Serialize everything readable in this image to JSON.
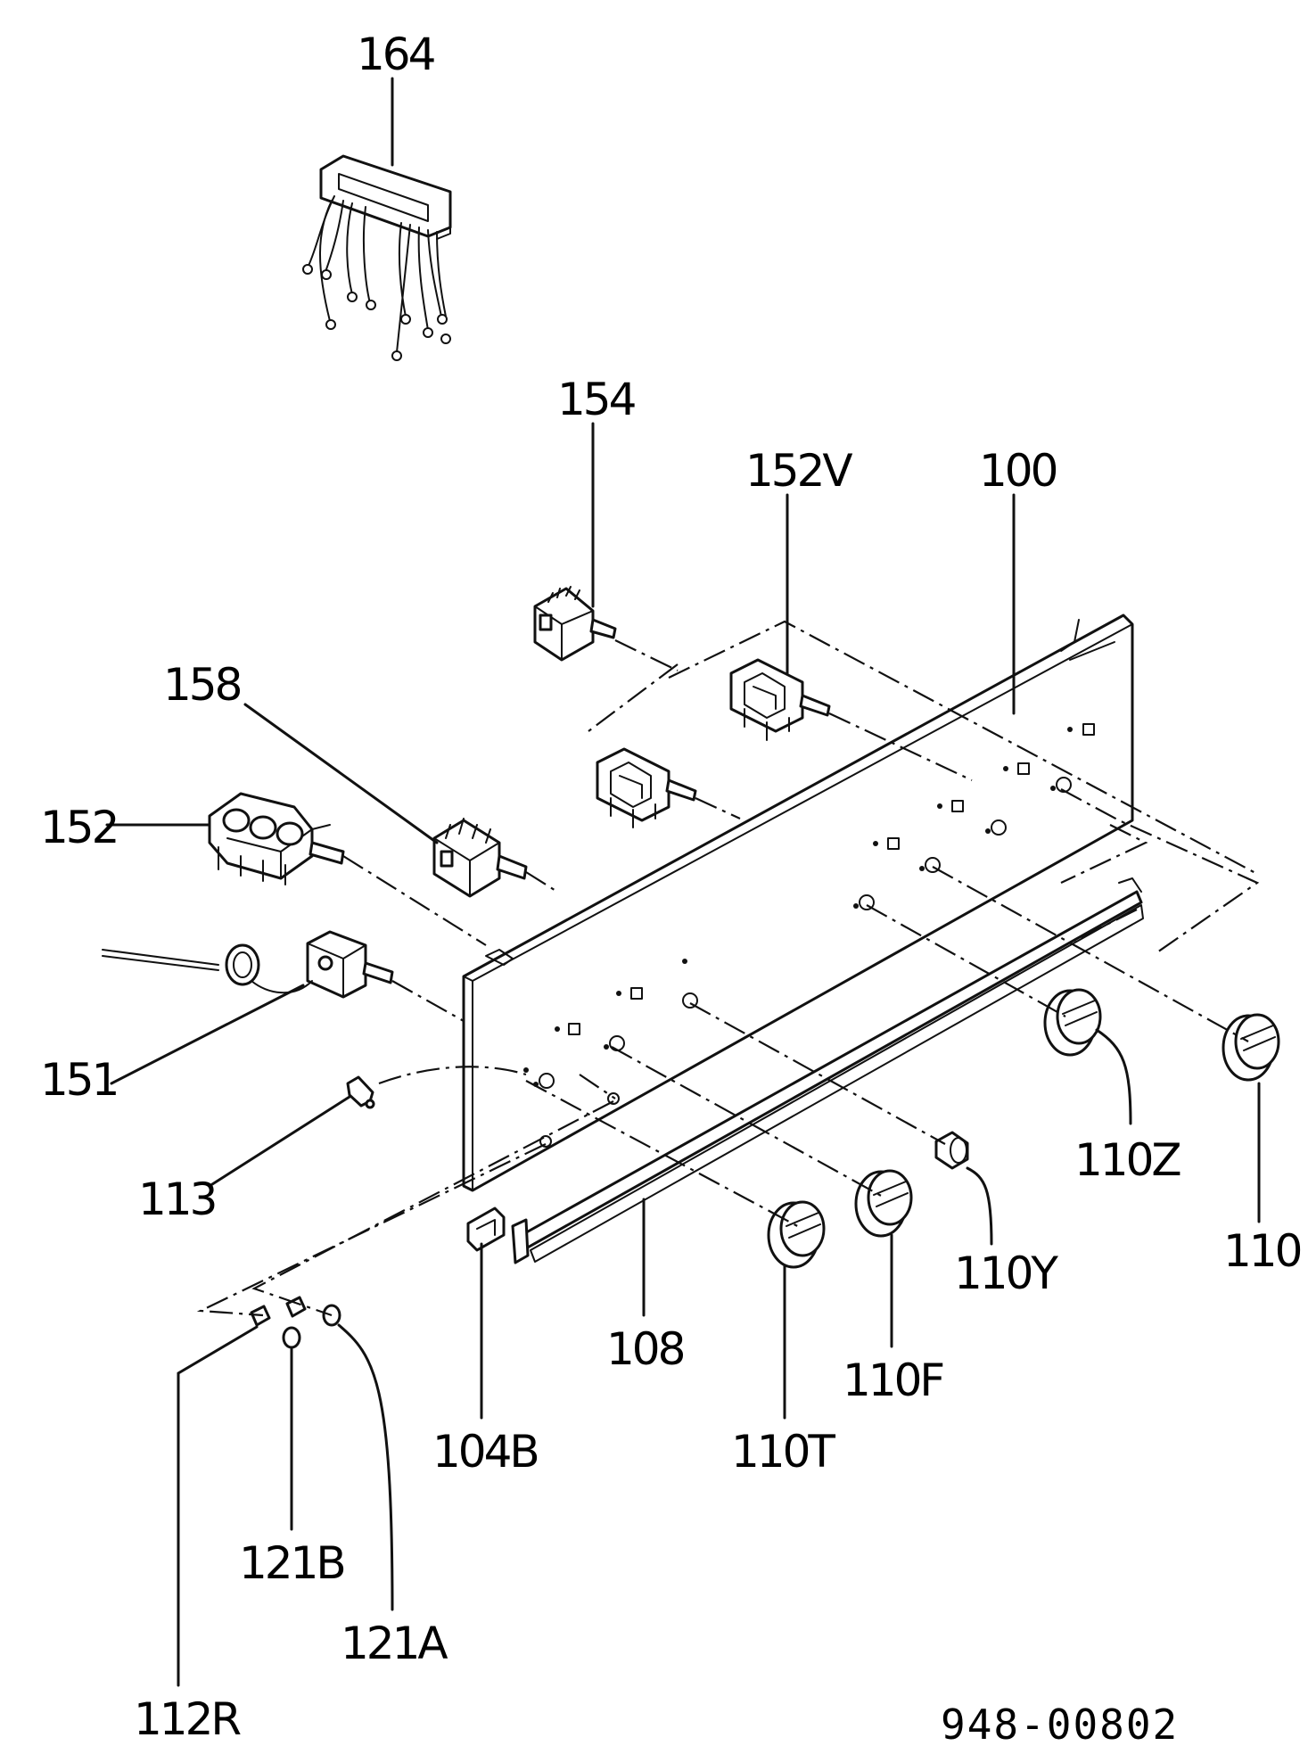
{
  "labels": {
    "p164": "164",
    "p154": "154",
    "p152V": "152V",
    "p100": "100",
    "p158": "158",
    "p152": "152",
    "p151": "151",
    "p113": "113",
    "p110Z": "110Z",
    "p110": "110",
    "p110Y": "110Y",
    "p108": "108",
    "p110F": "110F",
    "p110T": "110T",
    "p104B": "104B",
    "p121B": "121B",
    "p121A": "121A",
    "p112R": "112R"
  },
  "document_number": "948-00802"
}
